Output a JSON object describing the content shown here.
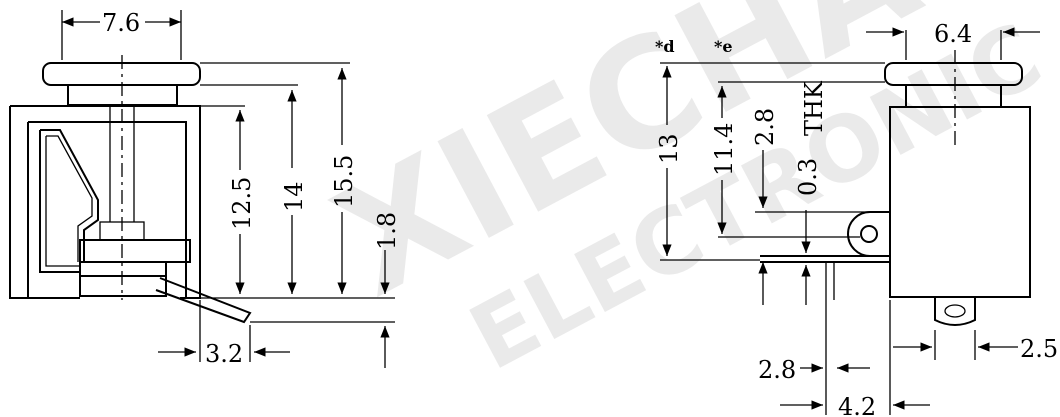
{
  "watermark": {
    "line1": "XIECHANG",
    "line2": "ELECTRONIC"
  },
  "side_view": {
    "dimensions": {
      "width_top": "7.6",
      "height_a": "12.5",
      "height_b": "14",
      "height_c": "15.5",
      "offset": "1.8",
      "tab_width": "3.2"
    }
  },
  "front_view": {
    "dimensions": {
      "width_top": "6.4",
      "height_d": "13",
      "height_e": "11.4",
      "label_d": "*d",
      "label_e": "*e",
      "tab_height": "2.8",
      "thickness": "0.3",
      "thickness_unit": "THK",
      "gap": "2.8",
      "tab_offset": "4.2",
      "pin_width": "2.5"
    }
  },
  "colors": {
    "line": "#000000",
    "watermark": "#d9d9d9"
  }
}
